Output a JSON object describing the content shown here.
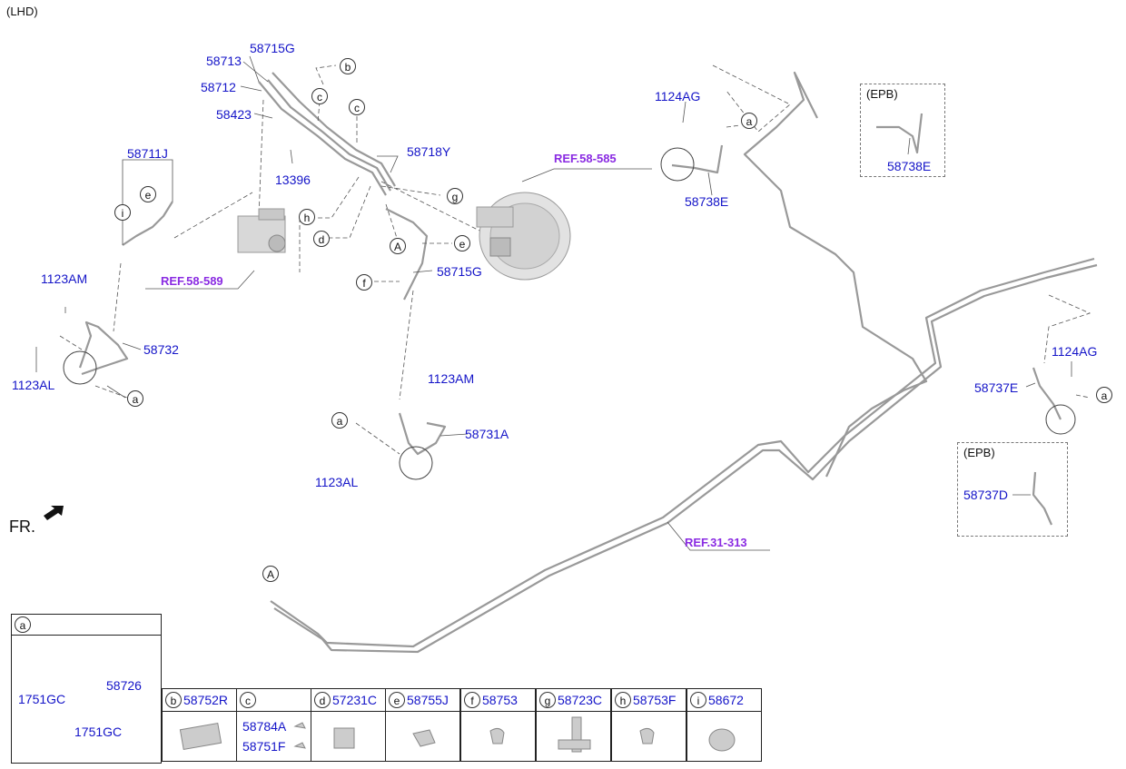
{
  "header": {
    "variant": "(LHD)"
  },
  "front_marker": "FR.",
  "labels": {
    "p58715G_top": "58715G",
    "p58713": "58713",
    "p58712": "58712",
    "p58423": "58423",
    "p13396": "13396",
    "p58718Y": "58718Y",
    "p58711J": "58711J",
    "p1123AM_left": "1123AM",
    "p58732": "58732",
    "p1123AL_left": "1123AL",
    "p58715G_mid": "58715G",
    "p1123AM_mid": "1123AM",
    "p58731A": "58731A",
    "p1123AL_mid": "1123AL",
    "p1124AG_top": "1124AG",
    "p58738E_main": "58738E",
    "p58738E_epb": "58738E",
    "p1124AG_right": "1124AG",
    "p58737E": "58737E",
    "p58737D": "58737D",
    "epb_top": "(EPB)",
    "epb_bottom": "(EPB)"
  },
  "references": {
    "ref_58_589": "REF.58-589",
    "ref_58_585": "REF.58-585",
    "ref_31_313": "REF.31-313"
  },
  "callouts": {
    "b": "b",
    "c1": "c",
    "c2": "c",
    "g": "g",
    "h": "h",
    "d": "d",
    "A_mid": "A",
    "e_mid": "e",
    "f": "f",
    "i": "i",
    "e_left": "e",
    "a_left": "a",
    "a_mid": "a",
    "a_top": "a",
    "a_right": "a",
    "A_bottom": "A"
  },
  "parts_table": {
    "detail_a": {
      "key": "a",
      "items": [
        "58726",
        "1751GC",
        "1751GC"
      ]
    },
    "columns": [
      {
        "key": "b",
        "part": "58752R"
      },
      {
        "key": "c",
        "part": "",
        "sub": [
          "58784A",
          "58751F"
        ]
      },
      {
        "key": "d",
        "part": "57231C"
      },
      {
        "key": "e",
        "part": "58755J"
      },
      {
        "key": "f",
        "part": "58753"
      },
      {
        "key": "g",
        "part": "58723C"
      },
      {
        "key": "h",
        "part": "58753F"
      },
      {
        "key": "i",
        "part": "58672"
      }
    ]
  },
  "colors": {
    "label": "#1414c8",
    "reference": "#8a2be2",
    "line": "#666666"
  }
}
